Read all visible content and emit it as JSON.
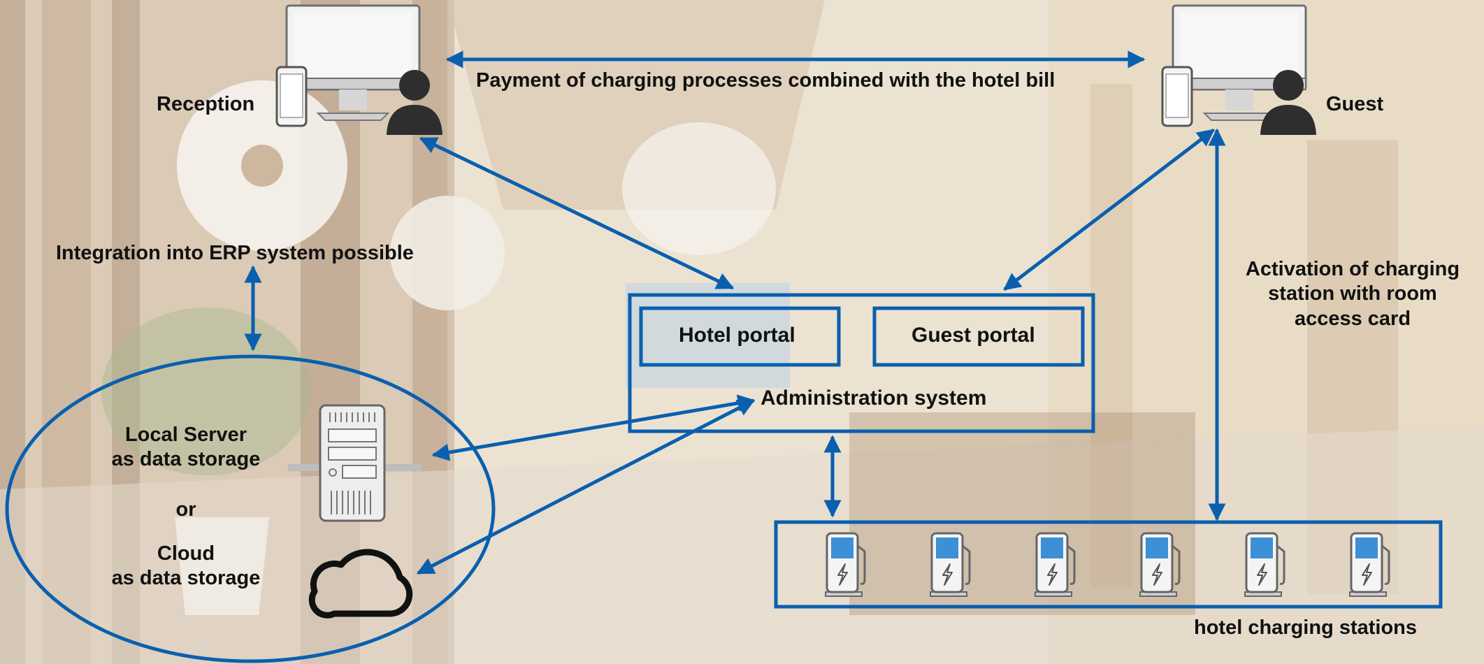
{
  "labels": {
    "payment": "Payment of charging processes combined with the hotel bill",
    "reception": "Reception",
    "guest": "Guest",
    "integration": "Integration into ERP system possible",
    "hotel_portal": "Hotel portal",
    "guest_portal": "Guest portal",
    "admin_system": "Administration system",
    "activation_line1": "Activation of charging",
    "activation_line2": "station with room",
    "activation_line3": "access card",
    "local_server_line1": "Local Server",
    "local_server_line2": "as data storage",
    "or": "or",
    "cloud_line1": "Cloud",
    "cloud_line2": "as data storage",
    "charging_stations": "hotel charging stations"
  },
  "colors": {
    "accent": "#0a5fae",
    "text": "#111111",
    "cloud": "#111111",
    "station_screen": "#3d8fd6"
  },
  "icons": {
    "reception_workstation": "monitor-phone-person-icon",
    "guest_workstation": "monitor-phone-person-icon",
    "server": "server-tower-icon",
    "cloud": "cloud-icon",
    "charging_station": "ev-charger-icon"
  },
  "charging_station_count": 6
}
